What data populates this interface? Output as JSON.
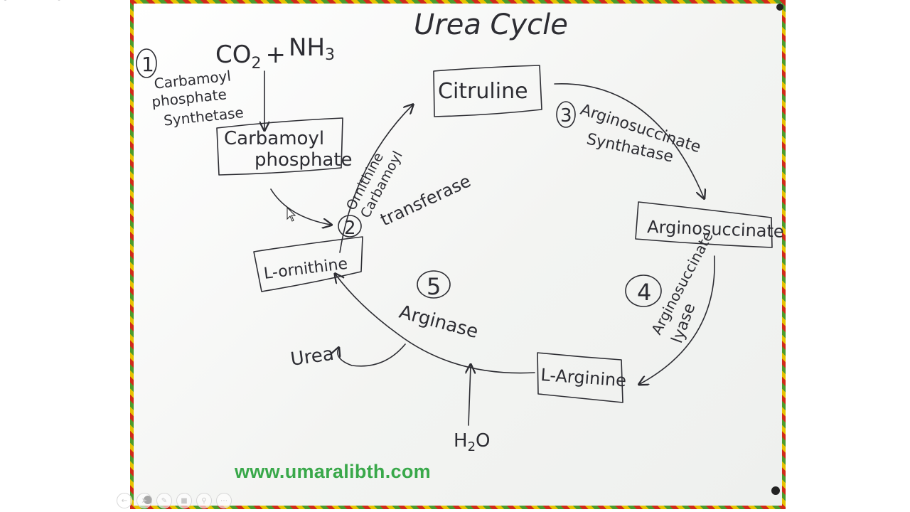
{
  "diagram": {
    "title": "Urea Cycle",
    "inputs": {
      "co2": "CO",
      "co2_sub": "2",
      "plus": "+",
      "nh3": "NH",
      "nh3_sub": "3"
    },
    "nodes": {
      "carbamoyl_phosphate": [
        "Carbamoyl",
        "phosphate"
      ],
      "citruline": "Citruline",
      "argininosuccinate": "Arginosuccinate",
      "l_arginine": "L-Arginine",
      "l_ornithine": "L-ornithine"
    },
    "steps": [
      {
        "number": "1",
        "enzyme": [
          "Carbamoyl",
          "phosphate",
          "Synthetase"
        ]
      },
      {
        "number": "2",
        "enzyme": [
          "Ornithine",
          "Carbamoyl",
          "transferase"
        ]
      },
      {
        "number": "3",
        "enzyme": [
          "Arginosuccinate",
          "Synthatase"
        ]
      },
      {
        "number": "4",
        "enzyme": [
          "Arginosuccinate",
          "lyase"
        ]
      },
      {
        "number": "5",
        "enzyme": [
          "Arginase"
        ]
      }
    ],
    "products": {
      "urea": "Urea",
      "water": "H",
      "water_sub": "2",
      "water_o": "O"
    }
  },
  "website": "www.umaralibth.com",
  "colors": {
    "ink": "#2d2d33",
    "website": "#39a84a",
    "frame_red": "#d12a1a",
    "frame_yellow": "#e6c200",
    "frame_green": "#4c9b2d"
  },
  "toolbar": {
    "icons": [
      "back-icon",
      "pointer-icon",
      "pen-icon",
      "highlighter-icon",
      "zoom-icon",
      "more-icon"
    ]
  }
}
